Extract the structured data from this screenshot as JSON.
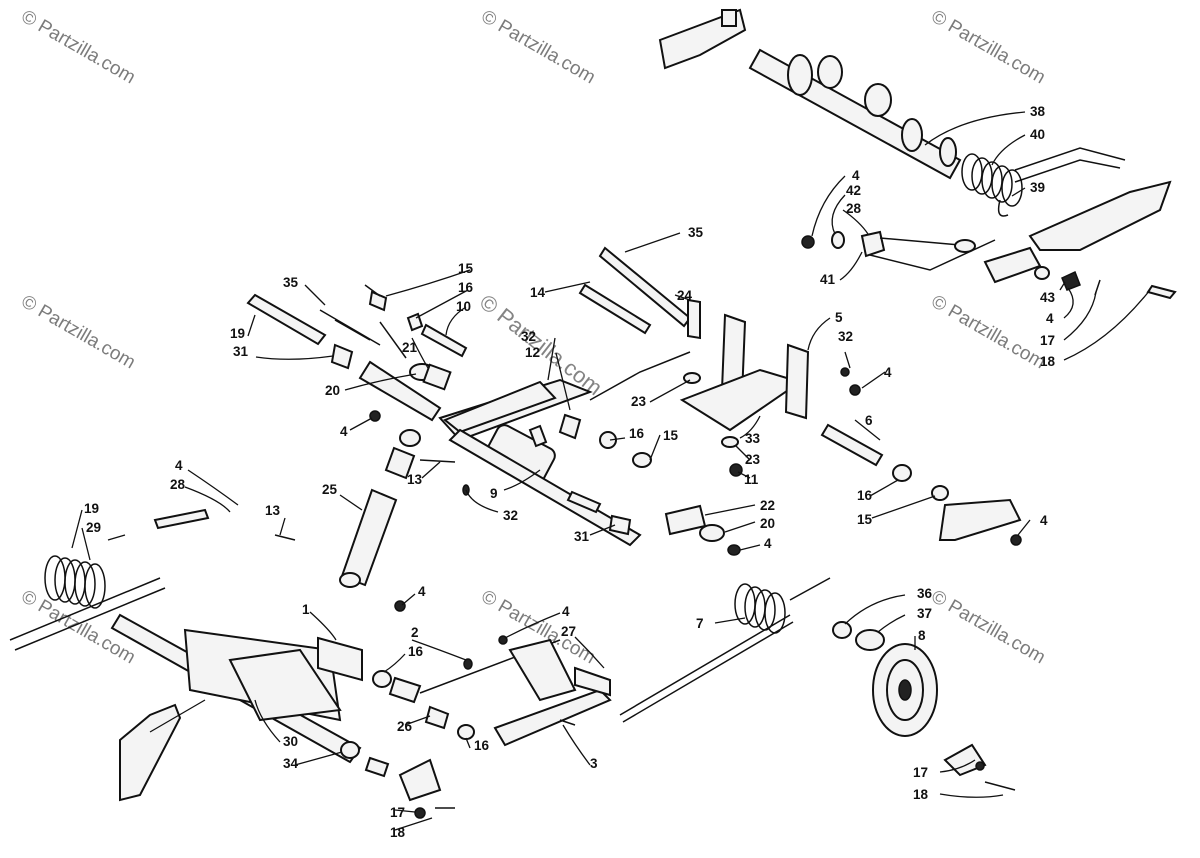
{
  "watermark": "© Partzilla.com",
  "callouts": [
    "1",
    "2",
    "3",
    "4",
    "5",
    "6",
    "7",
    "8",
    "9",
    "10",
    "11",
    "12",
    "13",
    "14",
    "15",
    "16",
    "17",
    "18",
    "19",
    "20",
    "21",
    "22",
    "23",
    "24",
    "25",
    "26",
    "27",
    "28",
    "29",
    "30",
    "31",
    "32",
    "33",
    "34",
    "35",
    "36",
    "37",
    "38",
    "39",
    "40",
    "41",
    "42",
    "43"
  ]
}
